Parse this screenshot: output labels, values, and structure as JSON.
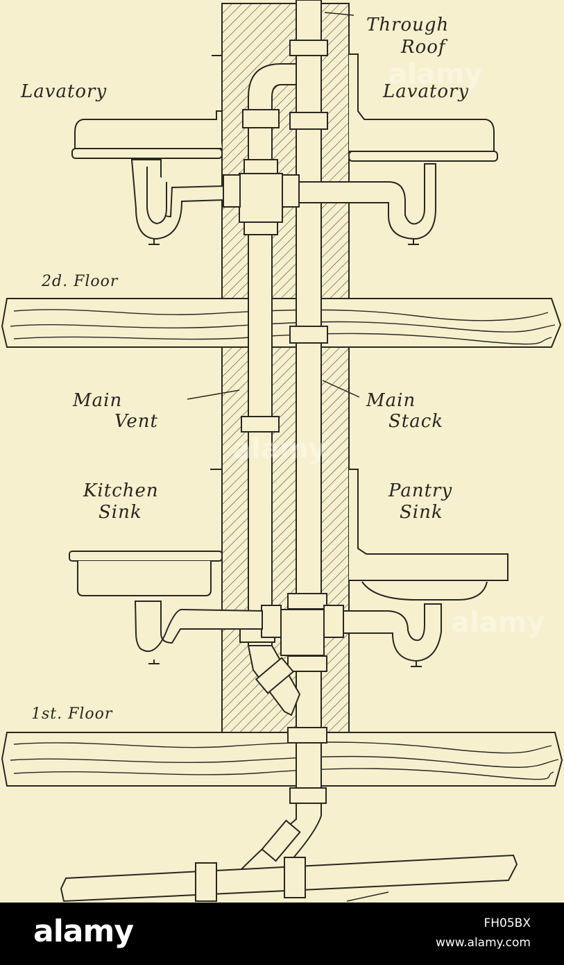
{
  "diagram": {
    "labels": {
      "through_roof_line1": "Through",
      "through_roof_line2": "Roof",
      "lavatory_left": "Lavatory",
      "lavatory_right": "Lavatory",
      "second_floor": "2d. Floor",
      "main_vent_line1": "Main",
      "main_vent_line2": "Vent",
      "main_stack_line1": "Main",
      "main_stack_line2": "Stack",
      "kitchen_sink_line1": "Kitchen",
      "kitchen_sink_line2": "Sink",
      "pantry_sink_line1": "Pantry",
      "pantry_sink_line2": "Sink",
      "first_floor": "1st. Floor"
    },
    "watermarks": [
      "alamy",
      "alamy",
      "alamy"
    ],
    "colors": {
      "paper": "#f6f0cf",
      "ink": "#2a2620",
      "hatch": "#4a4438"
    }
  },
  "footer": {
    "logo": "alamy",
    "image_id": "FH05BX",
    "url": "www.alamy.com"
  }
}
